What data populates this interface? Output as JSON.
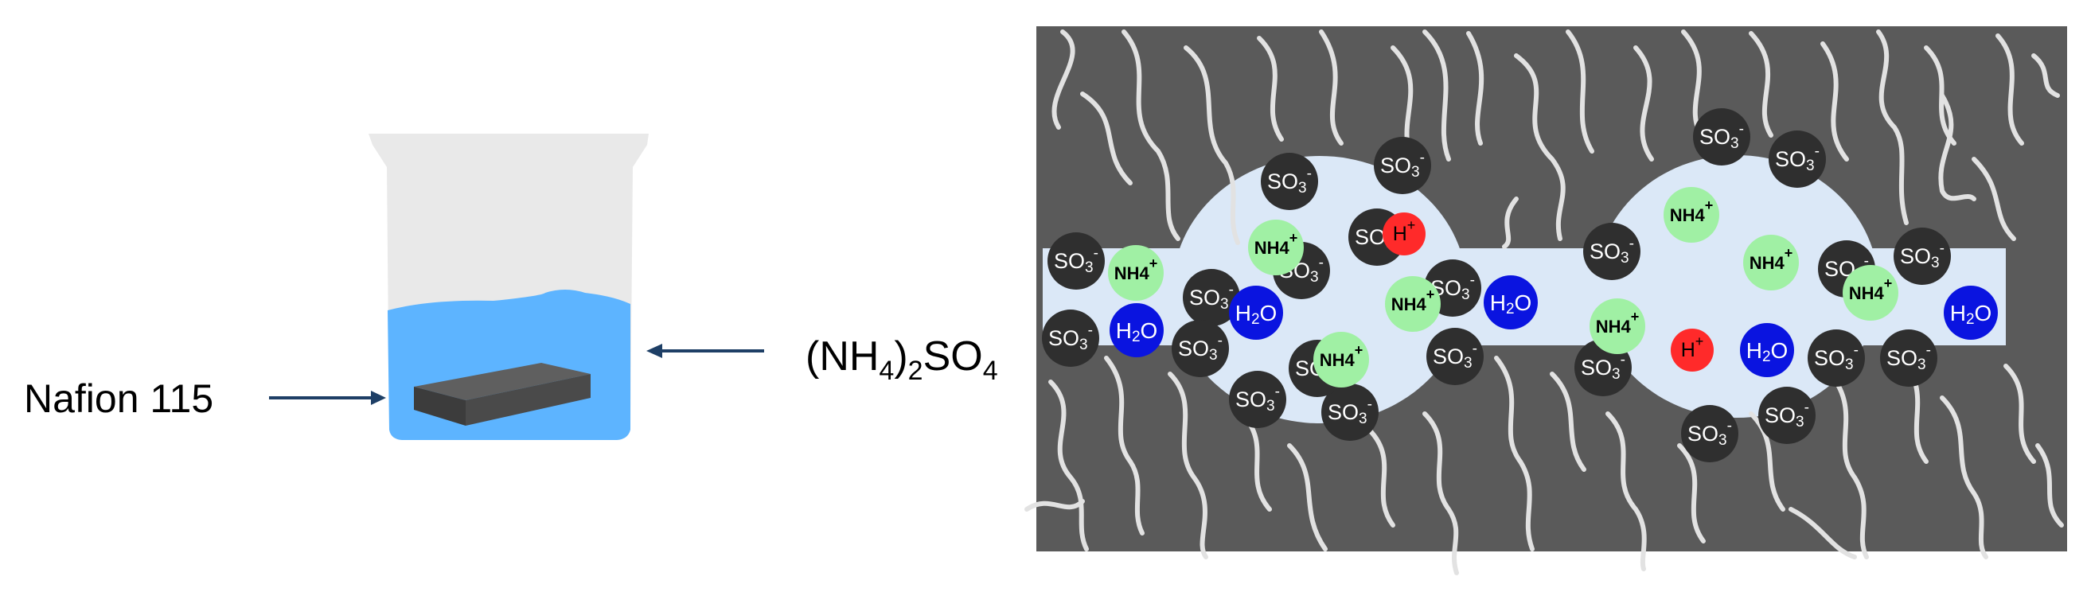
{
  "labels": {
    "membrane": "Nafion 115",
    "solution_main": "(NH",
    "solution_sub1": "4",
    "solution_mid": ")",
    "solution_sub2": "2",
    "solution_end": "SO",
    "solution_sub3": "4"
  },
  "ion_labels": {
    "sulfonate": {
      "base": "SO",
      "sub": "3",
      "sup": "-"
    },
    "ammonium": {
      "base": "NH4",
      "sup": "+"
    },
    "proton": {
      "base": "H",
      "sup": "+"
    },
    "water": {
      "pre": "H",
      "sub": "2",
      "post": "O"
    }
  },
  "colors": {
    "beaker_glass": "#e9e9e9",
    "solution": "#5db4ff",
    "membrane_piece": "#5f5f5f",
    "arrow": "#1e3f66",
    "matrix": "#5a5a5a",
    "polymer_chain": "#e2e2e2",
    "channel": "#dbe8f7",
    "sulfonate": "#2f2f2f",
    "ammonium": "#a0f0a4",
    "proton": "#ff2a2a",
    "water": "#0a14e0"
  }
}
